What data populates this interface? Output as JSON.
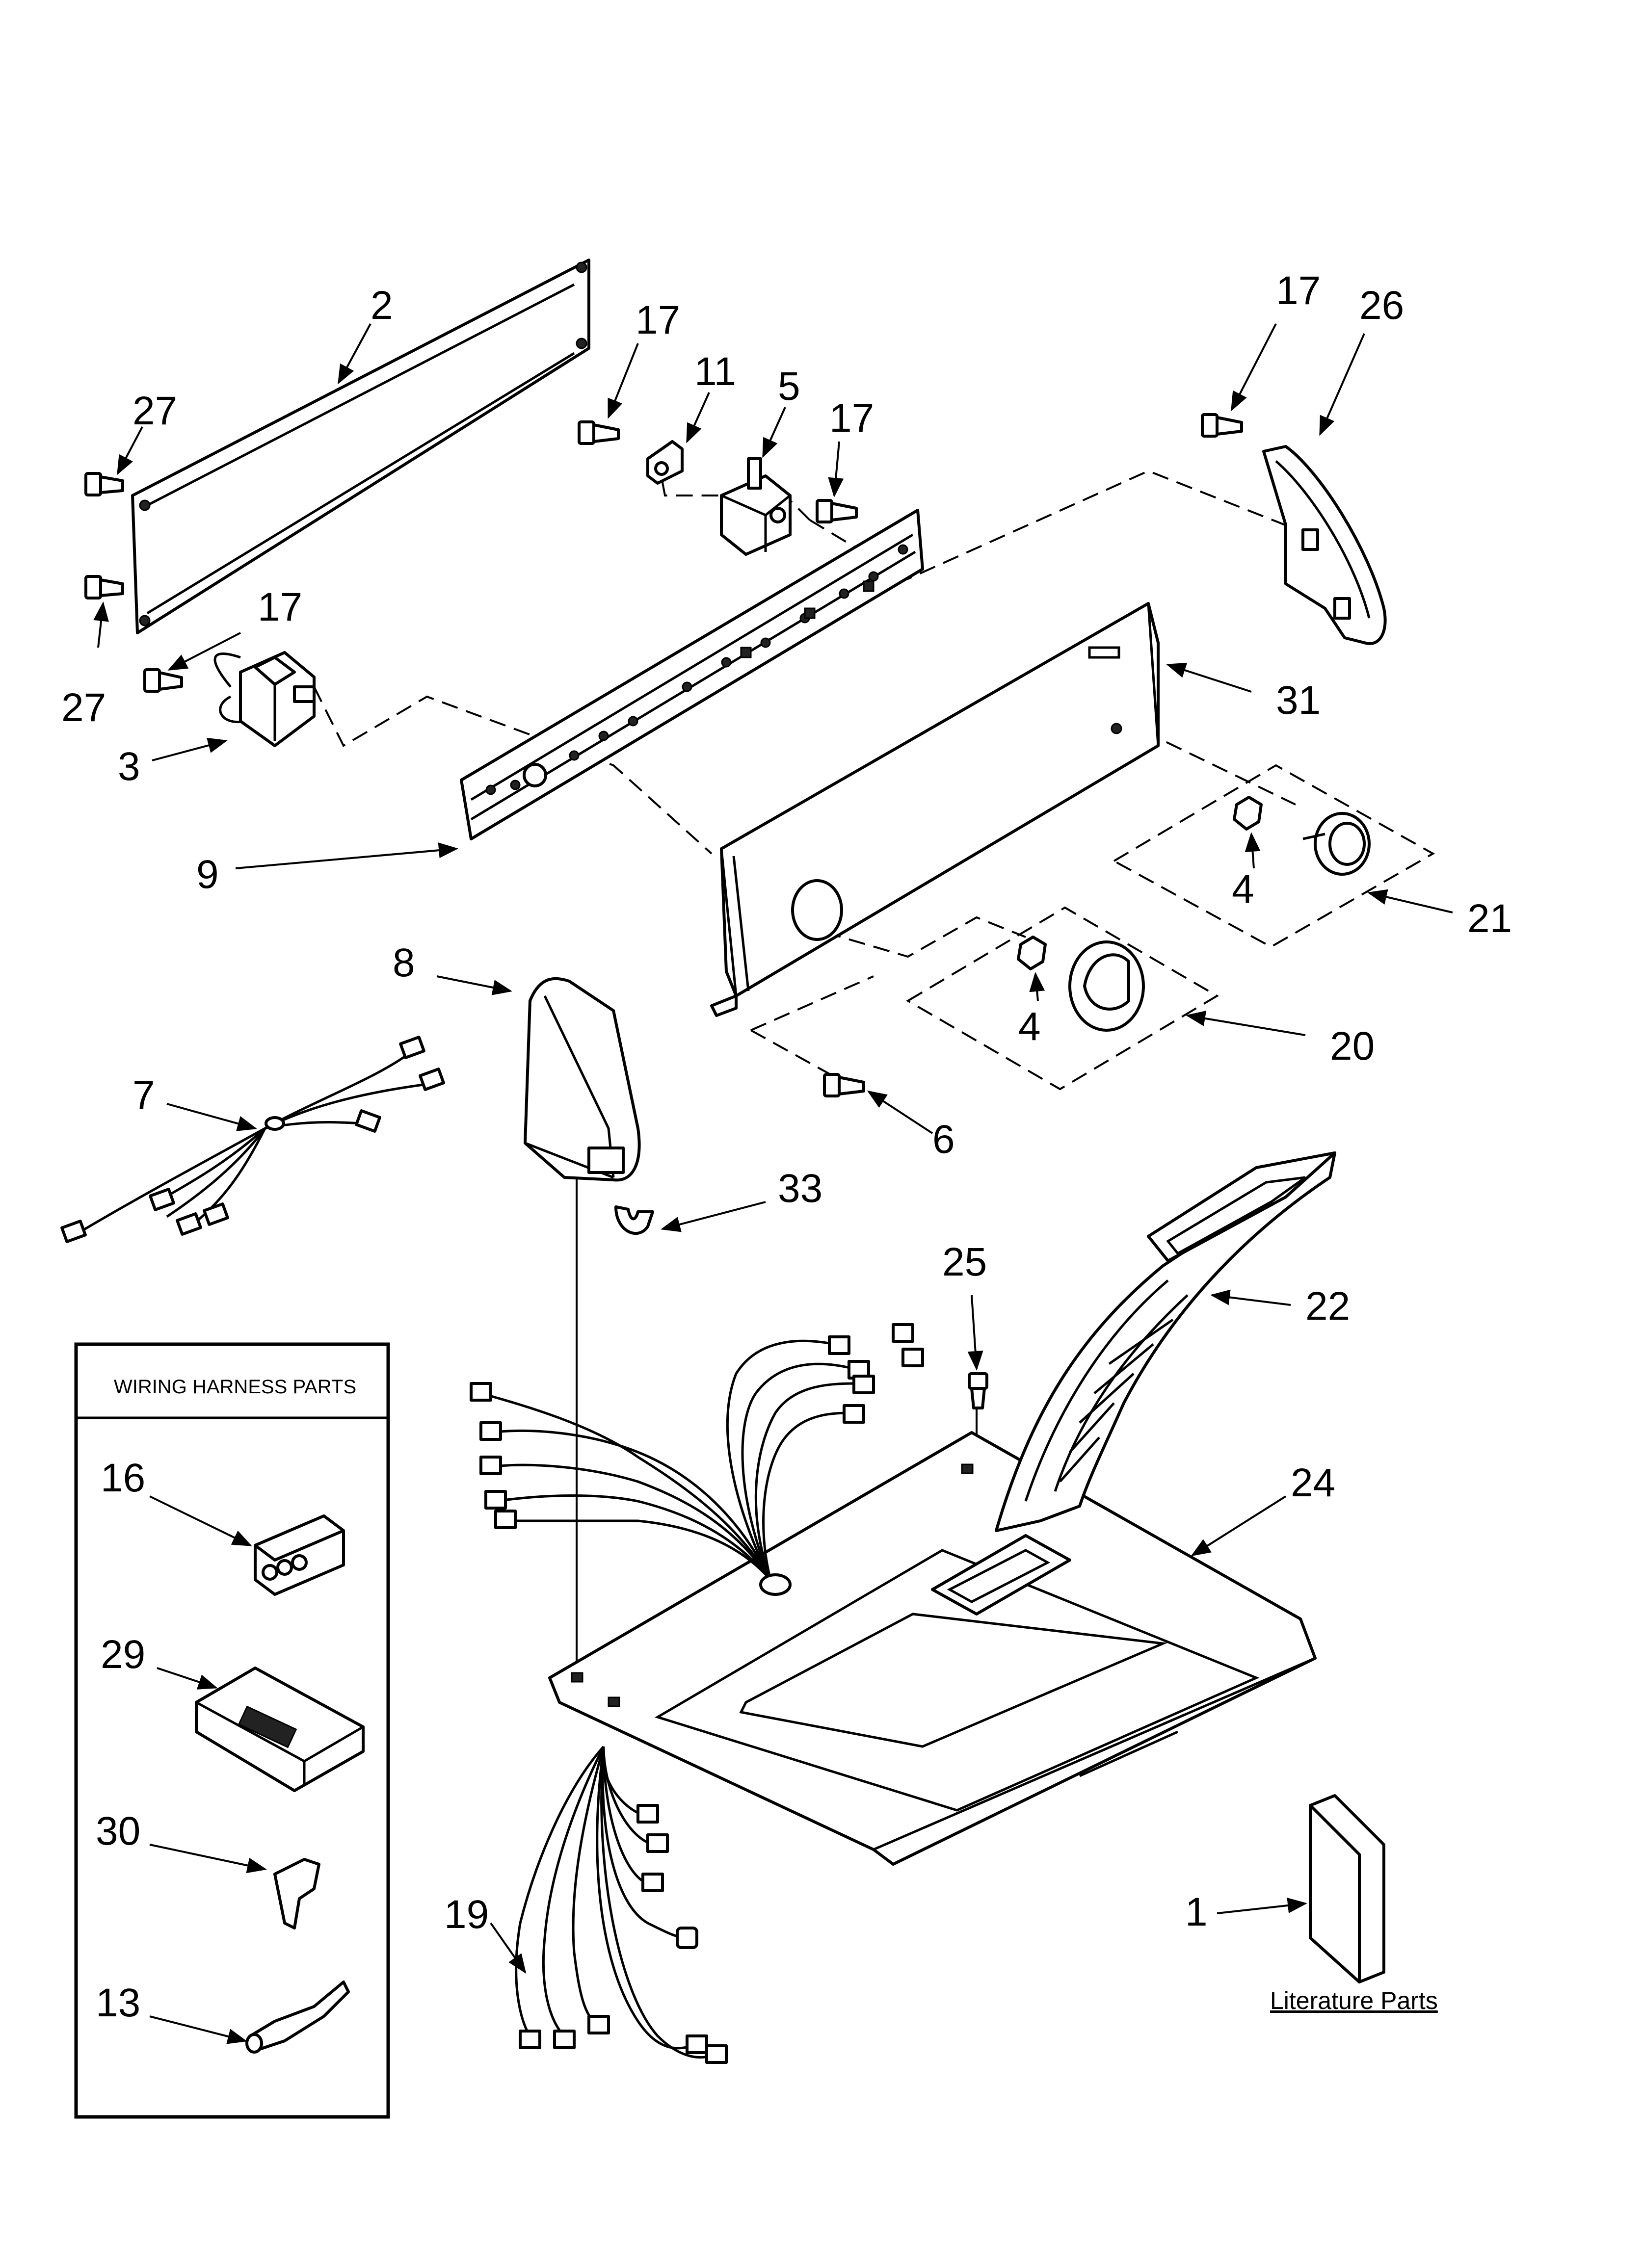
{
  "callouts": {
    "c2": "2",
    "c27a": "27",
    "c27b": "27",
    "c17a": "17",
    "c11": "11",
    "c5": "5",
    "c17b": "17",
    "c17c": "17",
    "c26": "26",
    "c17d": "17",
    "c3": "3",
    "c31": "31",
    "c9": "9",
    "c4a": "4",
    "c21": "21",
    "c8": "8",
    "c4b": "4",
    "c20": "20",
    "c7": "7",
    "c6": "6",
    "c33": "33",
    "c25": "25",
    "c22": "22",
    "c24": "24",
    "c16": "16",
    "c29": "29",
    "c30": "30",
    "c13": "13",
    "c19": "19",
    "c1": "1"
  },
  "wiring_box": {
    "title": "WIRING HARNESS PARTS"
  },
  "literature": {
    "label": "Literature Parts"
  }
}
